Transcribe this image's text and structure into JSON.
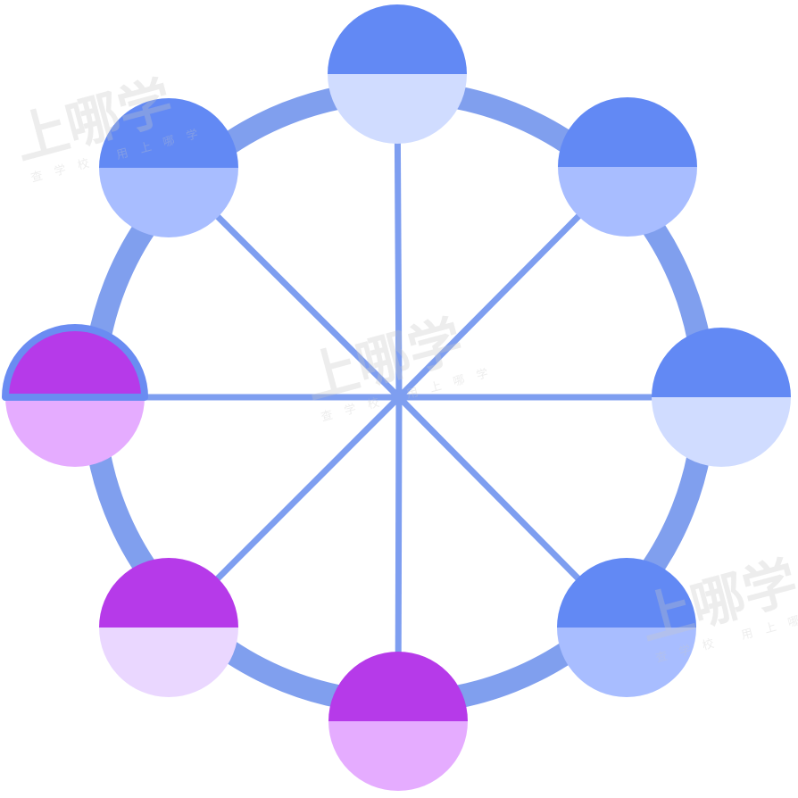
{
  "colors": {
    "rim": "#809fee",
    "spoke": "#7e9ef0",
    "blue_top": "#6289f4",
    "purple_top": "#b63ae9",
    "purple_bottom": "#e5acff",
    "purple_bottom_light": "#ead7ff",
    "light_blue_bottom": "#d0dcff",
    "mid_blue_bottom": "#a8bdff",
    "selected_outline": "#6a8cf2"
  },
  "wheel": {
    "cabins": [
      {
        "name": "cabin-top",
        "top_color": "blue_top",
        "bottom_color": "light_blue_bottom",
        "selected": false
      },
      {
        "name": "cabin-top-right",
        "top_color": "blue_top",
        "bottom_color": "mid_blue_bottom",
        "selected": false
      },
      {
        "name": "cabin-right",
        "top_color": "blue_top",
        "bottom_color": "light_blue_bottom",
        "selected": false
      },
      {
        "name": "cabin-bottom-right",
        "top_color": "blue_top",
        "bottom_color": "mid_blue_bottom",
        "selected": false
      },
      {
        "name": "cabin-bottom",
        "top_color": "purple_top",
        "bottom_color": "purple_bottom",
        "selected": false
      },
      {
        "name": "cabin-bottom-left",
        "top_color": "purple_top",
        "bottom_color": "purple_bottom_light",
        "selected": false
      },
      {
        "name": "cabin-left",
        "top_color": "purple_top",
        "bottom_color": "purple_bottom",
        "selected": true
      },
      {
        "name": "cabin-top-left",
        "top_color": "blue_top",
        "bottom_color": "mid_blue_bottom",
        "selected": false
      }
    ]
  },
  "watermark": {
    "main": "上哪学",
    "sub": "查学校 用上哪学"
  }
}
